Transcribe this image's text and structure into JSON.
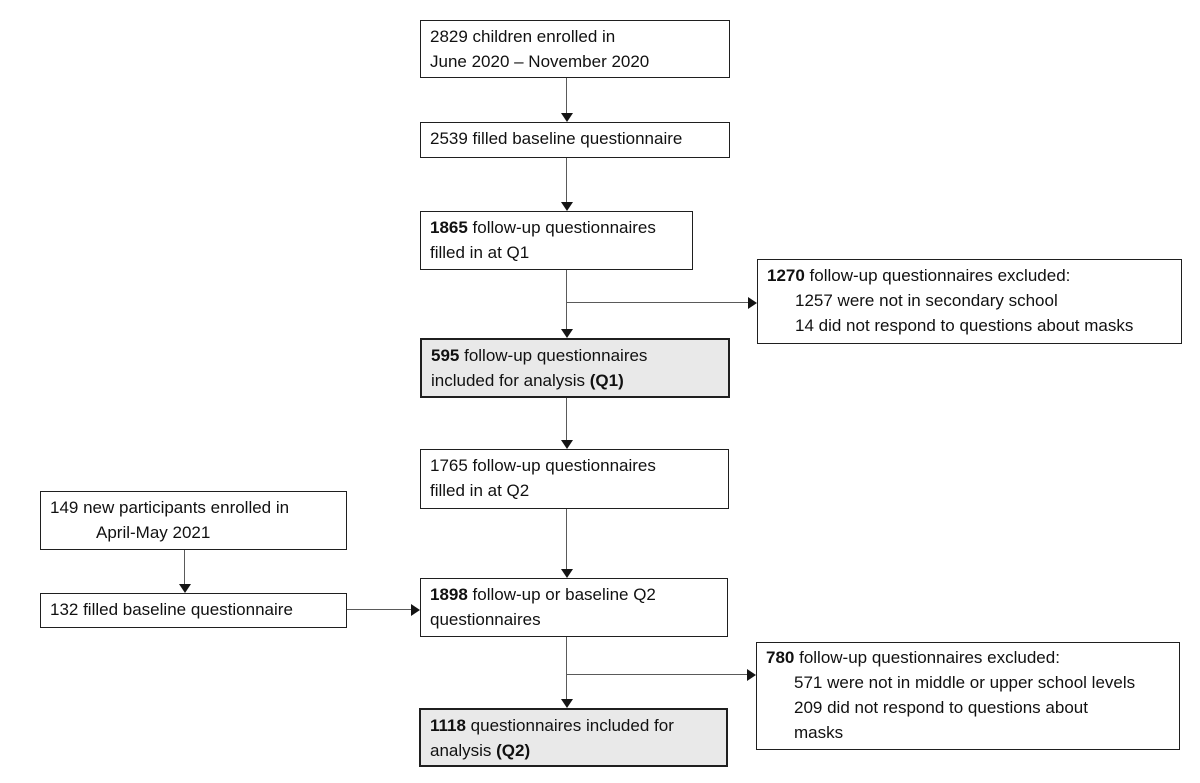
{
  "diagram": {
    "title": "participant-flow-diagram",
    "colors": {
      "background": "#ffffff",
      "box_border": "#1f1f1f",
      "shaded_box_fill": "#e9e9e9",
      "connector_line": "#5a5a5a",
      "arrowhead": "#141414"
    },
    "boxes": {
      "enrolled2020": {
        "line1": "2829 children enrolled in",
        "line2": "June 2020 – November 2020"
      },
      "baseline2020": {
        "line1": "2539 filled baseline questionnaire"
      },
      "q1Filled": {
        "count": "1865",
        "line1rest": " follow-up questionnaires",
        "line2": "filled in at Q1"
      },
      "q1Excluded": {
        "count": "1270",
        "line1rest": " follow-up questionnaires excluded:",
        "line2": "1257 were not in secondary school",
        "line3": "14 did not respond to questions about masks"
      },
      "q1Included": {
        "count": "595",
        "line1rest": " follow-up questionnaires",
        "line2pre": "included for analysis ",
        "line2bold": "(Q1)"
      },
      "q2Filled": {
        "line1": "1765 follow-up questionnaires",
        "line2": "filled in at Q2"
      },
      "newEnrolled": {
        "line1": "149 new participants enrolled in",
        "line2": "April-May 2021"
      },
      "newBaseline": {
        "line1": "132 filled baseline questionnaire"
      },
      "q2Pool": {
        "count": "1898",
        "line1rest": " follow-up or baseline Q2",
        "line2": "questionnaires"
      },
      "q2Excluded": {
        "count": "780",
        "line1rest": " follow-up questionnaires excluded:",
        "line2": "571 were not in middle or upper school levels",
        "line3": "209 did not respond to questions about",
        "line4": "masks"
      },
      "q2Included": {
        "count": "1118",
        "line1rest": " questionnaires included for",
        "line2pre": "analysis ",
        "line2bold": "(Q2)"
      }
    }
  }
}
